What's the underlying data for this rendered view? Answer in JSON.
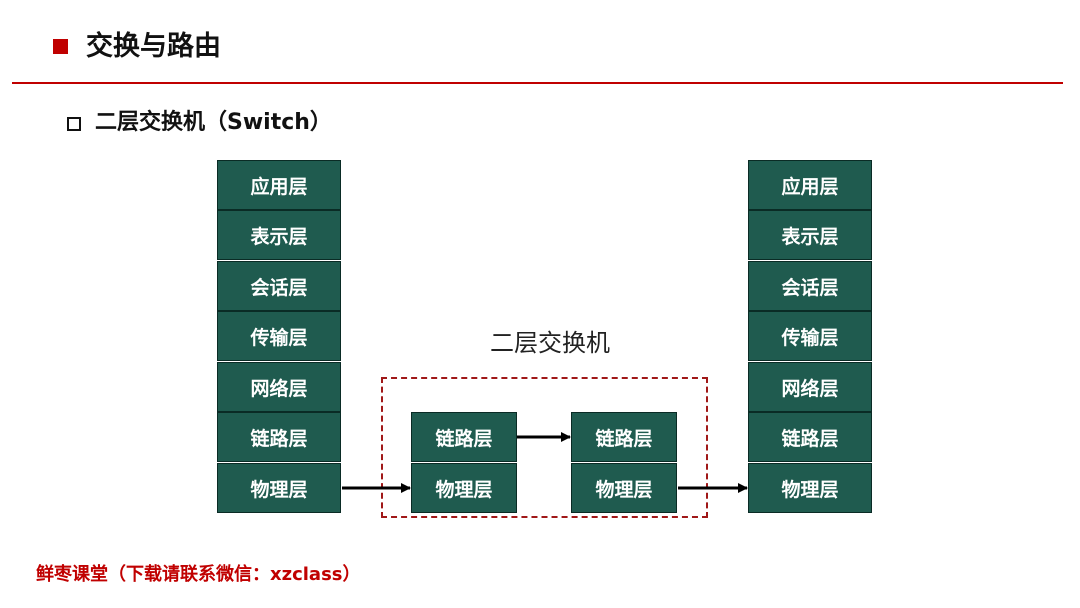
{
  "slide": {
    "title": "交换与路由",
    "subtitle": "二层交换机（Switch）",
    "footer": "鲜枣课堂（下载请联系微信：xzclass）"
  },
  "diagram": {
    "left_stack": [
      "应用层",
      "表示层",
      "会话层",
      "传输层",
      "网络层",
      "链路层",
      "物理层"
    ],
    "right_stack": [
      "应用层",
      "表示层",
      "会话层",
      "传输层",
      "网络层",
      "链路层",
      "物理层"
    ],
    "switch_label": "二层交换机",
    "switch_port_a": [
      "链路层",
      "物理层"
    ],
    "switch_port_b": [
      "链路层",
      "物理层"
    ],
    "colors": {
      "layer_fill": "#1f5b4f",
      "accent": "#c00000",
      "dashed_border": "#a01818"
    }
  }
}
